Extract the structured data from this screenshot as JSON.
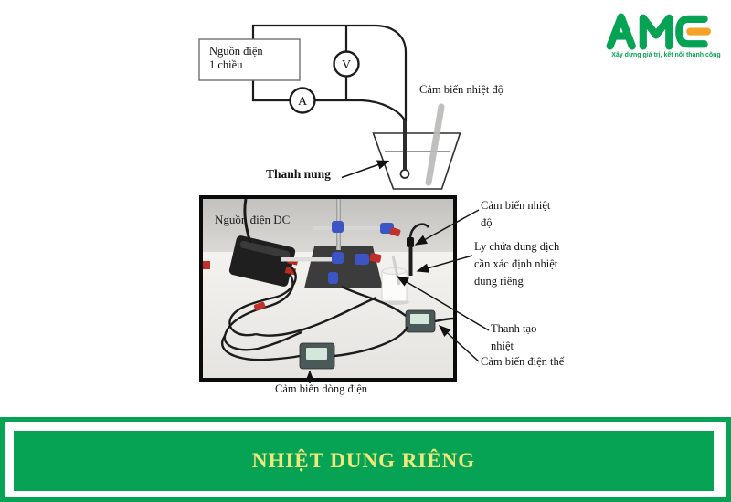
{
  "colors": {
    "green": "#07a355",
    "orange": "#f5a428",
    "banner_text_yellow": "#efe87c",
    "photo_wall_gray": "#c6c5c1",
    "photo_table": "#f1efeb",
    "sensor_box": "#4b5a58",
    "sensor_label": "#d3e7da",
    "clamp_blue": "#3b55c4",
    "clip_red": "#c0302a"
  },
  "logo": {
    "text": "AME",
    "tagline": "Xây dựng giá trị, kết nối thành công"
  },
  "circuit": {
    "source_line1": "Nguồn điện",
    "source_line2": "1 chiều",
    "voltmeter": "V",
    "ammeter": "A",
    "temp_sensor_label": "Cảm biến nhiệt độ",
    "heater_label": "Thanh nung"
  },
  "photo": {
    "dc_source_label": "Nguồn điện DC"
  },
  "annotations": {
    "temp_sensor": "Cảm biến nhiệt độ",
    "cup": "Ly chứa dung dịch cần xác định nhiệt dung riêng",
    "heater": "Thanh tạo nhiệt",
    "voltage_sensor": "Cảm biến điện thế",
    "current_sensor": "Cảm biến dòng điện"
  },
  "banner": {
    "title": "NHIỆT DUNG RIÊNG"
  }
}
